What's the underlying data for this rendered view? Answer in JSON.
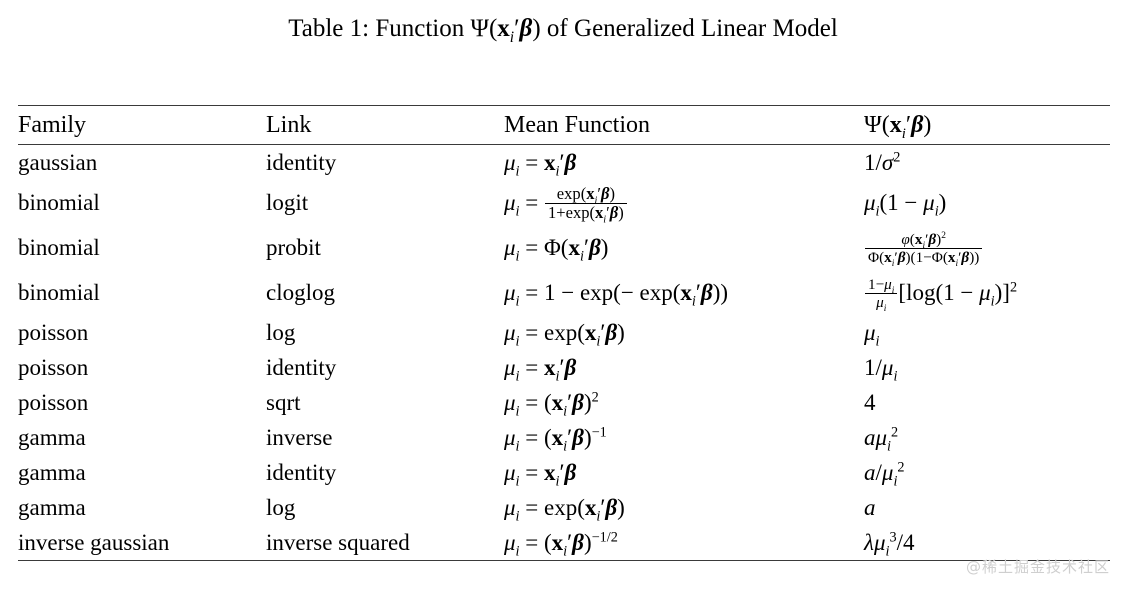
{
  "document": {
    "caption_prefix": "Table 1:",
    "caption": "Table 1: Function Ψ(x′ᵢβ) of Generalized Linear Model",
    "background_color": "#ffffff",
    "text_color": "#000000",
    "rule_color": "#3a3a3a"
  },
  "table": {
    "columns": [
      "Family",
      "Link",
      "Mean Function",
      "Ψ(x′ᵢβ)"
    ],
    "rows": [
      {
        "family": "gaussian",
        "link": "identity",
        "mean_function": "μᵢ = x′ᵢβ",
        "psi": "1/σ²"
      },
      {
        "family": "binomial",
        "link": "logit",
        "mean_function": "μᵢ = exp(x′ᵢβ) / (1+exp(x′ᵢβ))",
        "psi": "μᵢ(1 − μᵢ)"
      },
      {
        "family": "binomial",
        "link": "probit",
        "mean_function": "μᵢ = Φ(x′ᵢβ)",
        "psi": "ϕ(x′ᵢβ)² / (Φ(x′ᵢβ)(1−Φ(x′ᵢβ)))"
      },
      {
        "family": "binomial",
        "link": "cloglog",
        "mean_function": "μᵢ = 1 − exp(− exp(x′ᵢβ))",
        "psi": "(1−μᵢ)/μᵢ [log(1 − μᵢ)]²"
      },
      {
        "family": "poisson",
        "link": "log",
        "mean_function": "μᵢ = exp(x′ᵢβ)",
        "psi": "μᵢ"
      },
      {
        "family": "poisson",
        "link": "identity",
        "mean_function": "μᵢ = x′ᵢβ",
        "psi": "1/μᵢ"
      },
      {
        "family": "poisson",
        "link": "sqrt",
        "mean_function": "μᵢ = (x′ᵢβ)²",
        "psi": "4"
      },
      {
        "family": "gamma",
        "link": "inverse",
        "mean_function": "μᵢ = (x′ᵢβ)⁻¹",
        "psi": "aμᵢ²"
      },
      {
        "family": "gamma",
        "link": "identity",
        "mean_function": "μᵢ = x′ᵢβ",
        "psi": "a/μᵢ²"
      },
      {
        "family": "gamma",
        "link": "log",
        "mean_function": "μᵢ = exp(x′ᵢβ)",
        "psi": "a"
      },
      {
        "family": "inverse gaussian",
        "link": "inverse squared",
        "mean_function": "μᵢ = (x′ᵢβ)⁻¹ᐟ²",
        "psi": "λμᵢ³/4"
      }
    ]
  },
  "watermark": {
    "text": "@稀土掘金技术社区",
    "color": "#cfcfcf"
  }
}
